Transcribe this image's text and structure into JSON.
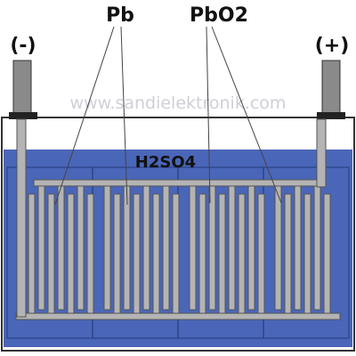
{
  "diagram": {
    "labels": {
      "negative_terminal": "(-)",
      "positive_terminal": "(+)",
      "lead_plates": "Pb",
      "lead_dioxide_plates": "PbO2",
      "electrolyte": "H2SO4"
    },
    "watermark": "www.sandielektronik.com",
    "colors": {
      "electrolyte": "#4a66b8",
      "electrolyte_dark": "#2f4890",
      "plate": "#b4b4b4",
      "plate_outline": "#555555",
      "terminal": "#8a8a8a",
      "terminal_cap": "#222222",
      "case_outline": "#333333",
      "leader_line": "#444444"
    },
    "cells": 4
  }
}
